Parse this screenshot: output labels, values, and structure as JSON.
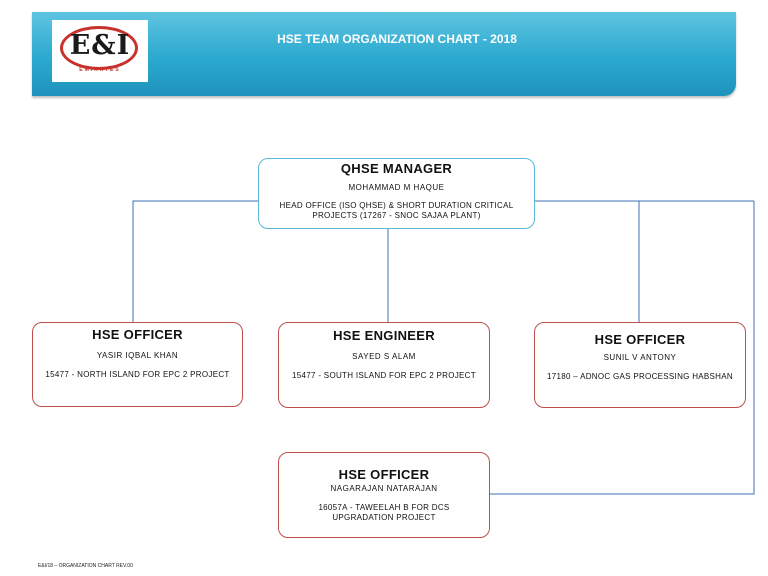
{
  "header": {
    "title": "HSE TEAM ORGANIZATION CHART - 2018",
    "logo_text": "E&I",
    "logo_subtext": "EMIRATES",
    "background_color": "#2ba9cf"
  },
  "manager": {
    "role": "QHSE MANAGER",
    "name": "MOHAMMAD M HAQUE",
    "detail": "HEAD OFFICE (ISO QHSE) & SHORT DURATION CRITICAL PROJECTS (17267 - SNOC SAJAA PLANT)",
    "border_color": "#5bb8d6"
  },
  "staff": [
    {
      "role": "HSE OFFICER",
      "name": "YASIR IQBAL KHAN",
      "detail": "15477 - NORTH ISLAND FOR EPC 2 PROJECT"
    },
    {
      "role": "HSE ENGINEER",
      "name": "SAYED S  ALAM",
      "detail": "15477 - SOUTH ISLAND FOR EPC 2 PROJECT"
    },
    {
      "role": "HSE OFFICER",
      "name": "SUNIL V ANTONY",
      "detail": "17180 – ADNOC GAS PROCESSING HABSHAN"
    },
    {
      "role": "HSE OFFICER",
      "name": "NAGARAJAN NATARAJAN",
      "detail": "16057A - TAWEELAH B FOR DCS UPGRADATION PROJECT"
    }
  ],
  "staff_border_color": "#c0504d",
  "connector_color": "#3f6fb5",
  "footer": {
    "text": "E&I/18 – ORGANIZATION CHART REV.00"
  }
}
